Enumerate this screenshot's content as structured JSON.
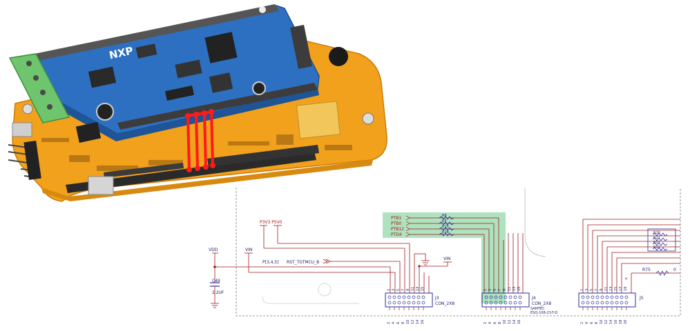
{
  "board": {
    "logo": "NXP",
    "colors": {
      "base_board": "#f4a020",
      "shield": "#2f72c4",
      "terminal": "#6abf69",
      "jumper": "#ff1a1a"
    }
  },
  "schematic": {
    "colors": {
      "wire": "#a01818",
      "highlight": "#a6dfb8",
      "symbol": "#2a2aa0"
    },
    "nets": {
      "vdd": "VDD",
      "vin_left": "VIN",
      "p3v3_p5v0": "P3V3 P5V0",
      "p_ref": "P[3,4,5]",
      "rst": "RST_TGTMCU_B",
      "vin_right": "VIN",
      "ptb1": "PTB1",
      "ptb0": "PTB0",
      "ptb12": "PTB12",
      "ptd4": "PTD4"
    },
    "capacitor": {
      "ref": "C49",
      "value": "2.2UF"
    },
    "resistor": {
      "ref": "R75",
      "value": "0"
    },
    "connectors": [
      {
        "ref": "J3",
        "value": "CON_2X8",
        "mfr": ""
      },
      {
        "ref": "J4",
        "value": "CON_2X8",
        "mfr": "SAMTEC",
        "part": "ESQ-108-23-T-D"
      },
      {
        "ref": "J5",
        "value": "",
        "mfr": ""
      }
    ],
    "pins_top": [
      "1",
      "3",
      "5",
      "7",
      "9",
      "11",
      "13",
      "15"
    ],
    "pins_bottom": [
      "2",
      "4",
      "6",
      "8",
      "10",
      "12",
      "14",
      "16"
    ],
    "pins_top_j5": [
      "1",
      "3",
      "5",
      "7",
      "9",
      "11",
      "13",
      "15",
      "17",
      "19"
    ],
    "pins_bottom_j5": [
      "2",
      "4",
      "6",
      "8",
      "10",
      "12",
      "14",
      "16",
      "18",
      "20"
    ],
    "r_labels_mid": [
      "R8",
      "R5",
      "R15",
      "R14"
    ],
    "r_labels_right": [
      "R10",
      "R11",
      "R12",
      "R13"
    ]
  }
}
